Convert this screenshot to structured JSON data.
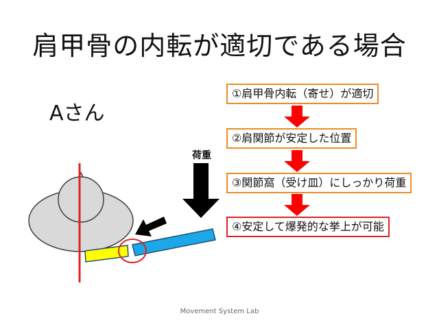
{
  "title": "肩甲骨の内転が適切である場合",
  "subject": "Aさん",
  "load_label": "荷重",
  "steps": [
    {
      "label": "①肩甲骨内転（寄せ）が適切"
    },
    {
      "label": "②肩関節が安定した位置"
    },
    {
      "label": "③関節窩（受け皿）にしっかり荷重"
    },
    {
      "label": "④安定して爆発的な挙上が可能"
    }
  ],
  "footer": "Movement System Lab",
  "colors": {
    "step_border": "#F08A24",
    "final_step_border": "#E02020",
    "arrow": "#FF0000",
    "body_fill": "#D9D9D9",
    "spine_line": "#E02020",
    "upper_arm": "#1CA7E6",
    "clavicle": "#FFFF00"
  }
}
